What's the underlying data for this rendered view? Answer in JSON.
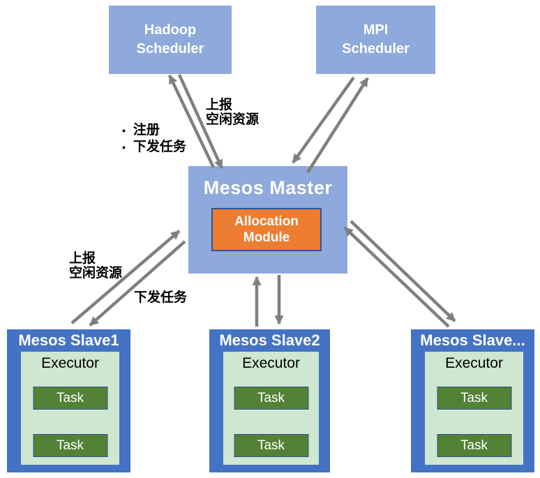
{
  "colors": {
    "scheduler_fill": "#8EA9DB",
    "slave_fill": "#4472C4",
    "allocation_fill": "#ED7D31",
    "allocation_border": "#2F5496",
    "executor_fill": "#CFE7D0",
    "task_fill": "#538135",
    "task_border": "#2F5496",
    "arrow": "#7F7F7F",
    "title_text": "#FFFFFF",
    "body_text": "#000000"
  },
  "nodes": {
    "hadoop_scheduler": {
      "line1": "Hadoop",
      "line2": "Scheduler"
    },
    "mpi_scheduler": {
      "line1": "MPI",
      "line2": "Scheduler"
    },
    "mesos_master": {
      "title": "Mesos Master"
    },
    "allocation_module": {
      "line1": "Allocation",
      "line2": "Module"
    }
  },
  "slaves": [
    {
      "title": "Mesos Slave1",
      "executor_label": "Executor",
      "tasks": [
        "Task",
        "Task"
      ]
    },
    {
      "title": "Mesos Slave2",
      "executor_label": "Executor",
      "tasks": [
        "Task",
        "Task"
      ]
    },
    {
      "title": "Mesos Slave...",
      "executor_label": "Executor",
      "tasks": [
        "Task",
        "Task"
      ]
    }
  ],
  "labels": {
    "bullet_char": "•",
    "register_items": [
      "注册",
      "下发任务"
    ],
    "scheduler_report_line1": "上报",
    "scheduler_report_line2": "空闲资源",
    "slave_report_line1": "上报",
    "slave_report_line2": "空闲资源",
    "slave_dispatch": "下发任务"
  }
}
